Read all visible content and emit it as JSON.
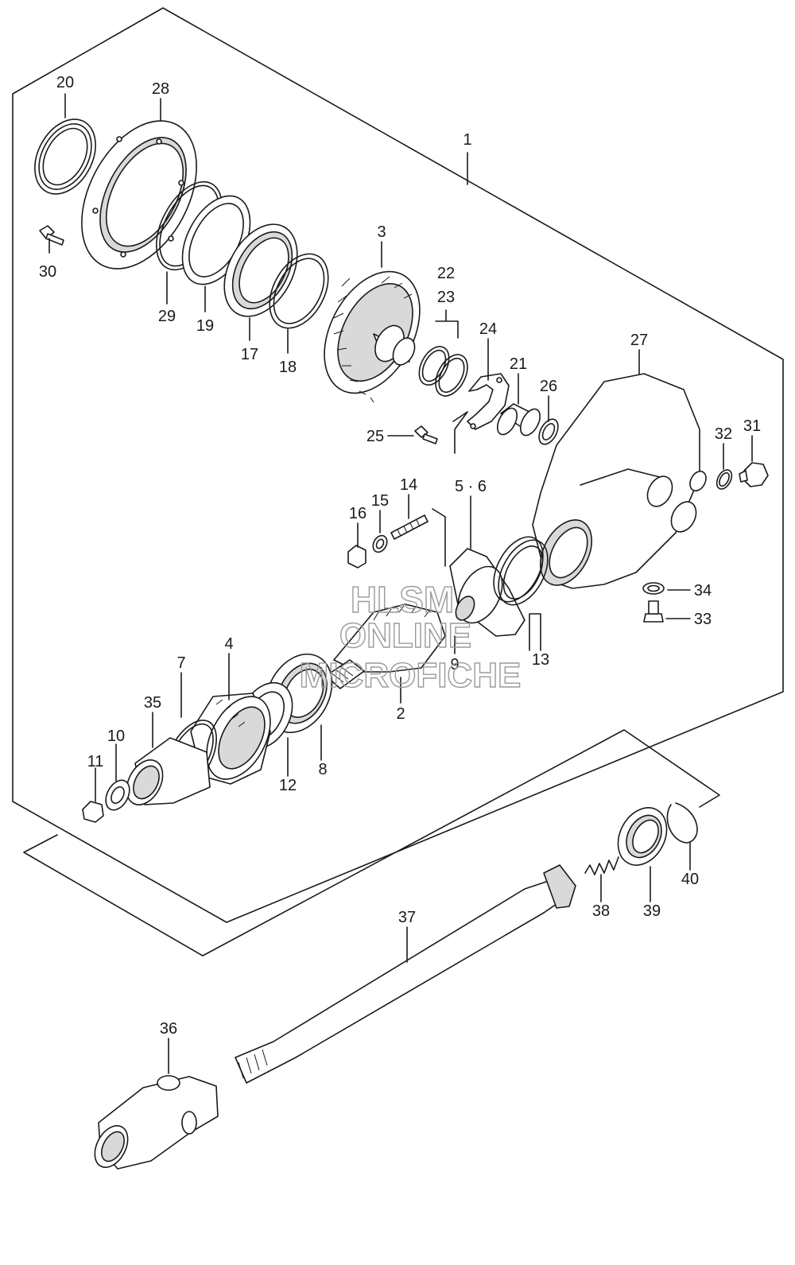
{
  "watermark": {
    "line1": "HLSM",
    "line2": "ONLINE",
    "line3": "MICROFICHE"
  },
  "callouts": {
    "p1": "1",
    "p2": "2",
    "p3": "3",
    "p4": "4",
    "p5_6": "5 · 6",
    "p7": "7",
    "p8": "8",
    "p9": "9",
    "p10": "10",
    "p11": "11",
    "p12": "12",
    "p13": "13",
    "p14": "14",
    "p15": "15",
    "p16": "16",
    "p17": "17",
    "p18": "18",
    "p19": "19",
    "p20": "20",
    "p21": "21",
    "p22": "22",
    "p23": "23",
    "p24": "24",
    "p25": "25",
    "p26": "26",
    "p27": "27",
    "p28": "28",
    "p29": "29",
    "p30": "30",
    "p31": "31",
    "p32": "32",
    "p33": "33",
    "p34": "34",
    "p35": "35",
    "p36": "36",
    "p37": "37",
    "p38": "38",
    "p39": "39",
    "p40": "40"
  }
}
